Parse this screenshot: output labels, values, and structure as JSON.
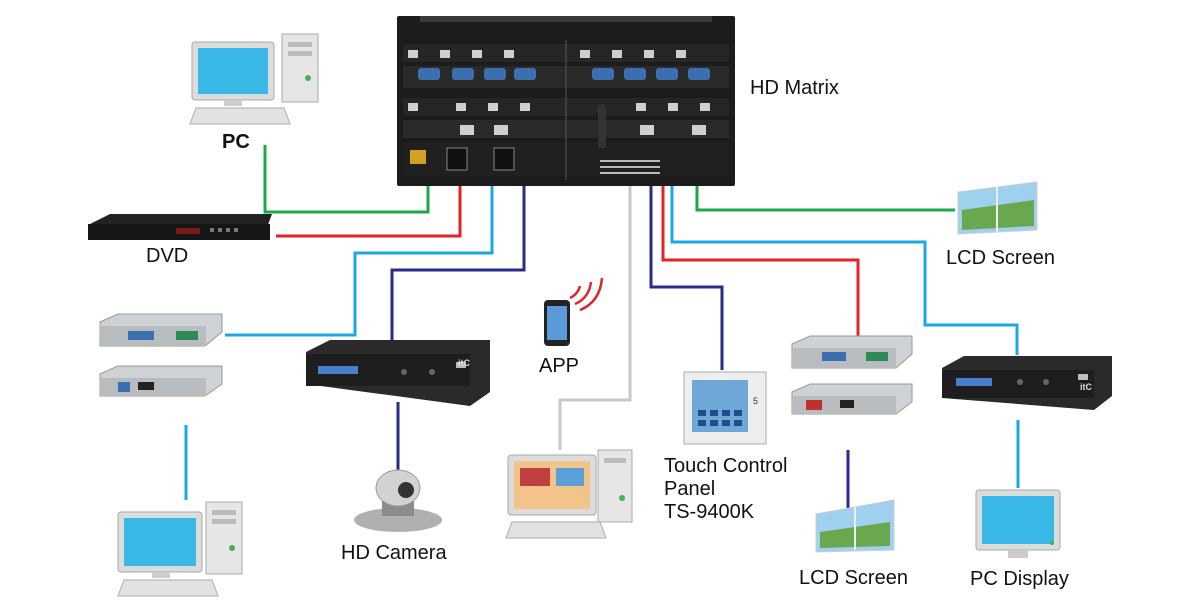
{
  "labels": {
    "hd_matrix": "HD Matrix",
    "pc": "PC",
    "dvd": "DVD",
    "lcd_screen_top": "LCD Screen",
    "app": "APP",
    "touch_panel": "Touch Control\nPanel\nTS-9400K",
    "hd_camera": "HD Camera",
    "lcd_screen_bottom": "LCD Screen",
    "pc_display": "PC Display"
  },
  "device_badges": {
    "logo": "itC",
    "panel_digit": "5"
  },
  "colors": {
    "green_link": "#1aa84a",
    "red_link": "#e0242a",
    "blue_link": "#1aa8e0",
    "navy_link": "#2a2a8a",
    "gray_link": "#c8c8c8",
    "chassis": "#1c1c1c",
    "screen": "#39b8e8"
  },
  "icons": [
    "pc-tower-icon",
    "monitor-icon",
    "keyboard-icon",
    "camera-icon",
    "phone-icon",
    "wifi-icon",
    "touch-panel-icon",
    "extender-box-icon",
    "matrix-chassis-icon"
  ]
}
